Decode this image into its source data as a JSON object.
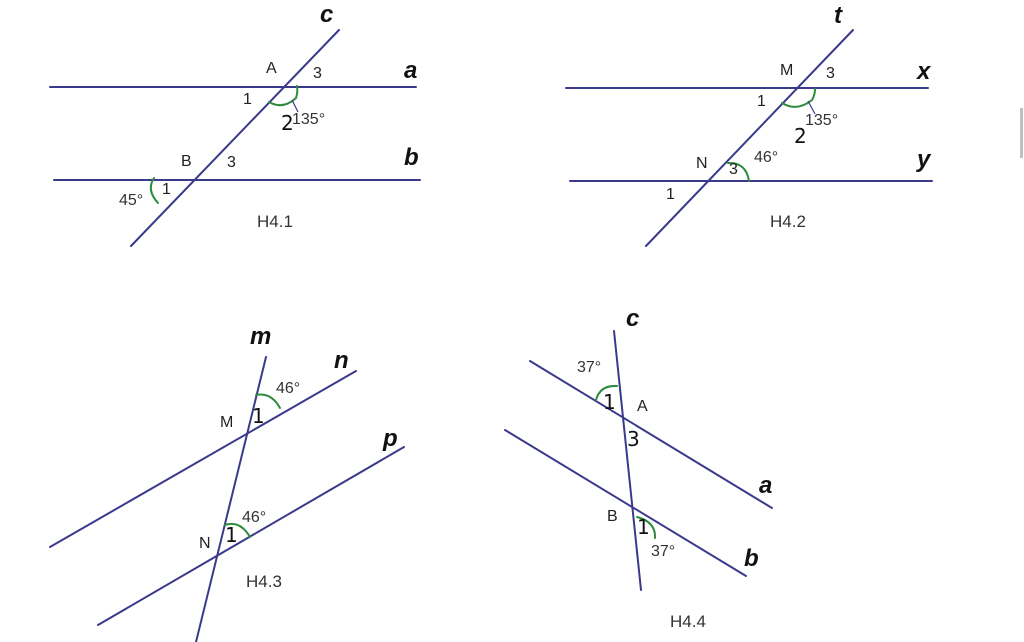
{
  "figures": [
    {
      "caption": "H4.1",
      "line_names": [
        "c",
        "a",
        "b"
      ],
      "points": [
        "A",
        "B"
      ],
      "angle_labels": [
        "3",
        "1",
        "2",
        "3",
        "1"
      ],
      "angle_values": [
        "135°",
        "45°"
      ]
    },
    {
      "caption": "H4.2",
      "line_names": [
        "t",
        "x",
        "y"
      ],
      "points": [
        "M",
        "N"
      ],
      "angle_labels": [
        "3",
        "1",
        "2",
        "3",
        "1"
      ],
      "angle_values": [
        "135°",
        "46°"
      ]
    },
    {
      "caption": "H4.3",
      "line_names": [
        "m",
        "n",
        "p"
      ],
      "points": [
        "M",
        "N"
      ],
      "angle_labels": [
        "1",
        "1"
      ],
      "angle_values": [
        "46°",
        "46°"
      ]
    },
    {
      "caption": "H4.4",
      "line_names": [
        "c",
        "a",
        "b"
      ],
      "points": [
        "A",
        "B"
      ],
      "angle_labels": [
        "1",
        "3",
        "1"
      ],
      "angle_values": [
        "37°",
        "37°"
      ]
    }
  ],
  "colors": {
    "line": "#3a3a8c",
    "angle_arc": "#2e8b3e",
    "text": "#222222"
  }
}
